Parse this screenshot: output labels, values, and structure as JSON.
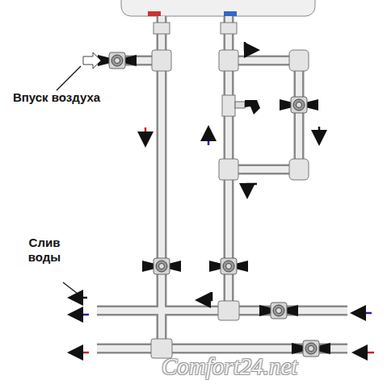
{
  "diagram": {
    "labels": [
      "Впуск воздуха",
      "Слив воды",
      "Comfort24.net"
    ]
  }
}
